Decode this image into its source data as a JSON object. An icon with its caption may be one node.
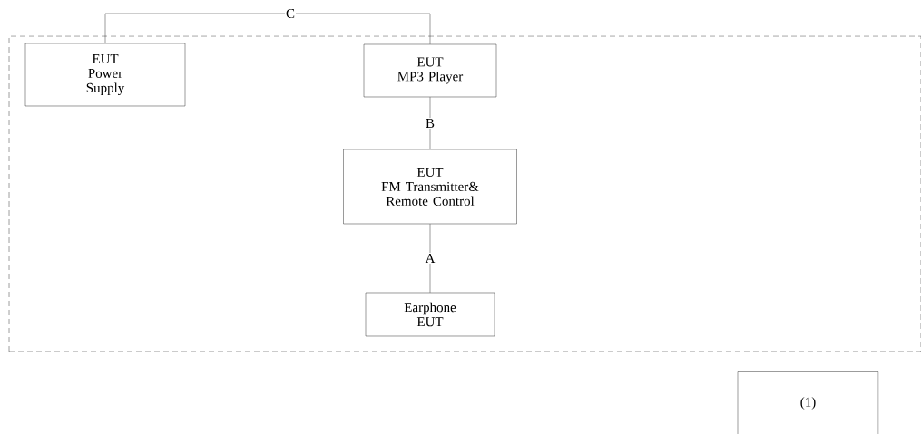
{
  "diagram": {
    "nodes": [
      {
        "text": [],
        "shape": "box"
      },
      {
        "text": [
          "EUT",
          "Power Supply"
        ],
        "in": 0
      },
      {
        "text": [
          "EUT",
          "MP3 Player"
        ],
        "in": 0
      },
      {
        "text": [
          "EUT",
          "FM Transmitter& Remote Control"
        ],
        "in": 0
      },
      {
        "text": [
          "Earphone",
          "EUT"
        ],
        "in": 0
      },
      {
        "text": [
          "(1)"
        ]
      }
    ],
    "edges": [
      {
        "from": 1,
        "to": 2,
        "arrow": "none",
        "label": "C"
      },
      {
        "from": 2,
        "to": 3,
        "arrow": "none",
        "label": "B"
      },
      {
        "from": 3,
        "to": 4,
        "arrow": "none",
        "label": "A"
      }
    ]
  }
}
